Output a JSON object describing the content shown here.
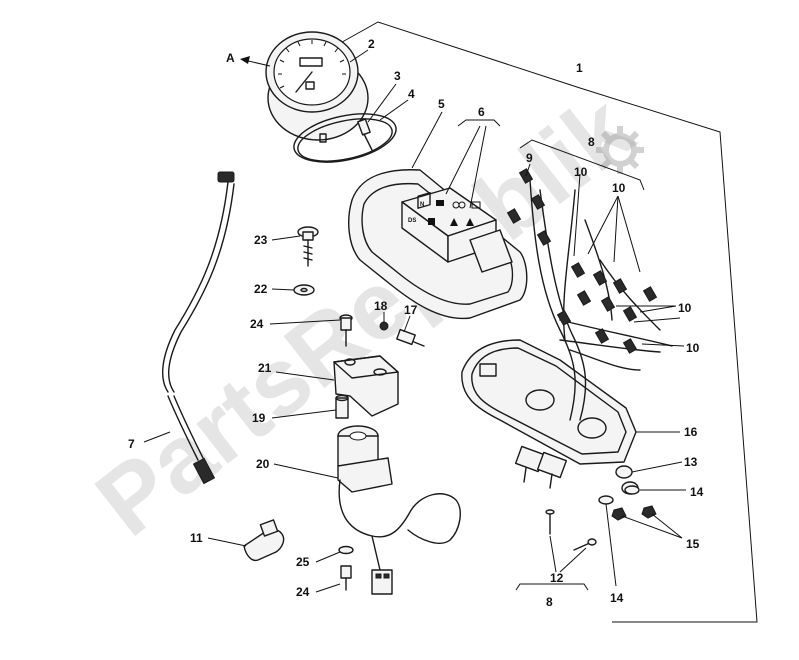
{
  "watermark": {
    "text": "PartsRepublik"
  },
  "view_arrow": {
    "label": "A"
  },
  "callouts": [
    {
      "id": "c1",
      "text": "1"
    },
    {
      "id": "c2",
      "text": "2"
    },
    {
      "id": "c3",
      "text": "3"
    },
    {
      "id": "c4",
      "text": "4"
    },
    {
      "id": "c5",
      "text": "5"
    },
    {
      "id": "c6",
      "text": "6"
    },
    {
      "id": "c7",
      "text": "7"
    },
    {
      "id": "c8a",
      "text": "8"
    },
    {
      "id": "c8b",
      "text": "8"
    },
    {
      "id": "c9",
      "text": "9"
    },
    {
      "id": "c10a",
      "text": "10"
    },
    {
      "id": "c10b",
      "text": "10"
    },
    {
      "id": "c10c",
      "text": "10"
    },
    {
      "id": "c10d",
      "text": "10"
    },
    {
      "id": "c11",
      "text": "11"
    },
    {
      "id": "c12",
      "text": "12"
    },
    {
      "id": "c13",
      "text": "13"
    },
    {
      "id": "c14a",
      "text": "14"
    },
    {
      "id": "c14b",
      "text": "14"
    },
    {
      "id": "c15",
      "text": "15"
    },
    {
      "id": "c16",
      "text": "16"
    },
    {
      "id": "c17",
      "text": "17"
    },
    {
      "id": "c18",
      "text": "18"
    },
    {
      "id": "c19",
      "text": "19"
    },
    {
      "id": "c20",
      "text": "20"
    },
    {
      "id": "c21",
      "text": "21"
    },
    {
      "id": "c22",
      "text": "22"
    },
    {
      "id": "c23",
      "text": "23"
    },
    {
      "id": "c24a",
      "text": "24"
    },
    {
      "id": "c24b",
      "text": "24"
    },
    {
      "id": "c25",
      "text": "25"
    }
  ],
  "warning_panel": {
    "n_label": "N",
    "ds_label": "DS"
  },
  "icons": {
    "gear": "gear-icon"
  }
}
